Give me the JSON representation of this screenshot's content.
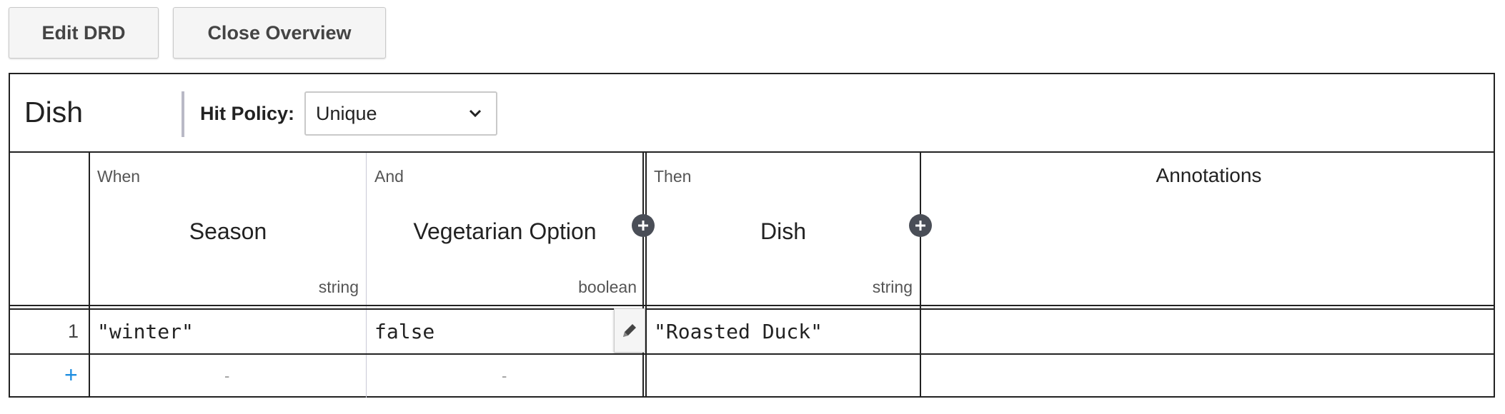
{
  "toolbar": {
    "edit_drd_label": "Edit DRD",
    "close_overview_label": "Close Overview"
  },
  "decision": {
    "name": "Dish",
    "hit_policy_label": "Hit Policy:",
    "hit_policy_value": "Unique"
  },
  "columns": {
    "input1": {
      "clause": "When",
      "title": "Season",
      "type": "string"
    },
    "input2": {
      "clause": "And",
      "title": "Vegetarian Option",
      "type": "boolean"
    },
    "output1": {
      "clause": "Then",
      "title": "Dish",
      "type": "string"
    },
    "annotations": {
      "title": "Annotations"
    }
  },
  "rows": [
    {
      "index": "1",
      "season": "\"winter\"",
      "vegetarian": "false",
      "dish": "\"Roasted Duck\"",
      "annotation": ""
    }
  ],
  "add_row": {
    "symbol": "+",
    "placeholder1": "-",
    "placeholder2": "-"
  },
  "icons": {
    "add_input": "plus-circle-icon",
    "add_output": "plus-circle-icon",
    "edit_cell": "pencil-icon",
    "select_arrow": "chevron-down-icon"
  }
}
